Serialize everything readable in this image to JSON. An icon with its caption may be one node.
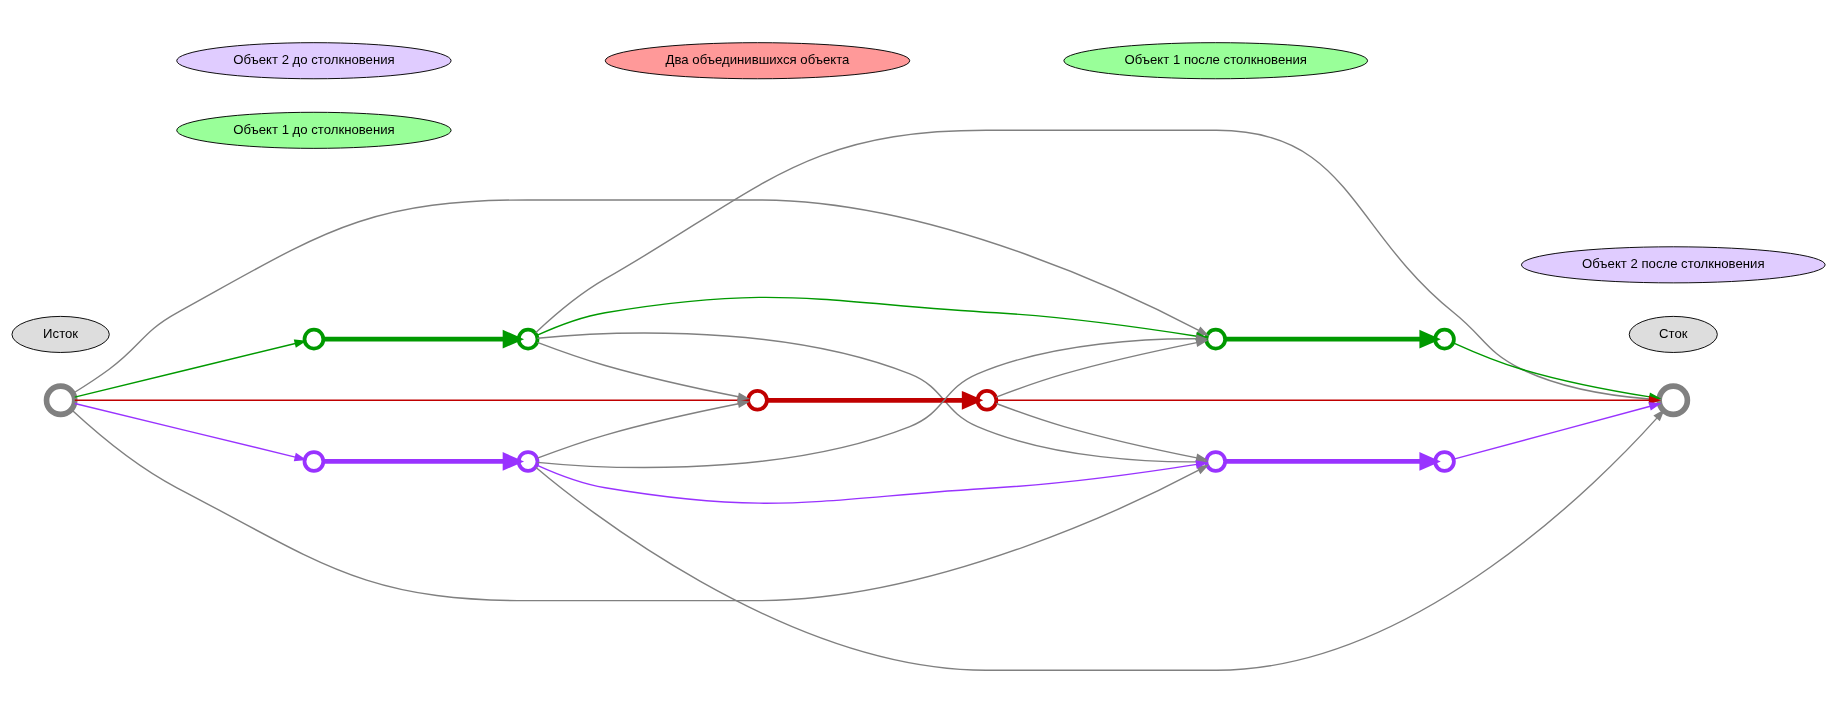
{
  "diagram": {
    "nodes": [
      {
        "text": [],
        "shape": "circle"
      },
      {
        "text": [],
        "shape": "circle"
      },
      {
        "text": [],
        "shape": "circle"
      },
      {
        "text": [],
        "shape": "circle"
      },
      {
        "text": [],
        "shape": "circle"
      },
      {
        "text": [],
        "shape": "circle"
      },
      {
        "text": [],
        "shape": "circle"
      },
      {
        "text": [],
        "shape": "circle"
      },
      {
        "text": [],
        "shape": "circle"
      },
      {
        "text": [],
        "shape": "circle"
      },
      {
        "text": [],
        "shape": "circle"
      },
      {
        "text": [],
        "shape": "circle"
      },
      {
        "text": [
          "Объект 1 после столкновения"
        ]
      },
      {
        "text": [
          "Объект 1 до столкновения"
        ]
      },
      {
        "text": [
          "Исток"
        ]
      },
      {
        "text": [
          "Сток"
        ]
      },
      {
        "text": [
          "Объект 2 после столкновения"
        ]
      },
      {
        "text": [
          "Объект 2 до столкновения"
        ]
      },
      {
        "text": [
          "Два объединившихся объекта"
        ]
      }
    ],
    "edges": [
      {
        "from": 0,
        "to": 1,
        "arrow": "to",
        "color": "#009900"
      },
      {
        "from": 1,
        "to": 2,
        "arrow": "to",
        "style": "thick",
        "color": "#009900"
      },
      {
        "from": 2,
        "to": 3,
        "arrow": "to",
        "color": "#009900"
      },
      {
        "from": 3,
        "to": 4,
        "arrow": "to",
        "style": "thick",
        "color": "#009900"
      },
      {
        "from": 4,
        "to": 11,
        "arrow": "to",
        "color": "#009900"
      },
      {
        "from": 0,
        "to": 5,
        "arrow": "to",
        "color": "#c00000"
      },
      {
        "from": 5,
        "to": 6,
        "arrow": "to",
        "style": "thick",
        "color": "#c00000"
      },
      {
        "from": 6,
        "to": 11,
        "arrow": "to",
        "color": "#c00000"
      },
      {
        "from": 0,
        "to": 7,
        "arrow": "to",
        "color": "#9933ff"
      },
      {
        "from": 7,
        "to": 8,
        "arrow": "to",
        "style": "thick",
        "color": "#9933ff"
      },
      {
        "from": 8,
        "to": 9,
        "arrow": "to",
        "color": "#9933ff"
      },
      {
        "from": 9,
        "to": 10,
        "arrow": "to",
        "style": "thick",
        "color": "#9933ff"
      },
      {
        "from": 10,
        "to": 11,
        "arrow": "to",
        "color": "#9933ff"
      },
      {
        "from": 0,
        "to": 3,
        "arrow": "to"
      },
      {
        "from": 0,
        "to": 9,
        "arrow": "to"
      },
      {
        "from": 2,
        "to": 5,
        "arrow": "to"
      },
      {
        "from": 2,
        "to": 9,
        "arrow": "to"
      },
      {
        "from": 2,
        "to": 11,
        "arrow": "to"
      },
      {
        "from": 8,
        "to": 3,
        "arrow": "to"
      },
      {
        "from": 8,
        "to": 5,
        "arrow": "to"
      },
      {
        "from": 8,
        "to": 11,
        "arrow": "to"
      },
      {
        "from": 6,
        "to": 3,
        "arrow": "to"
      },
      {
        "from": 6,
        "to": 9,
        "arrow": "to"
      }
    ]
  }
}
